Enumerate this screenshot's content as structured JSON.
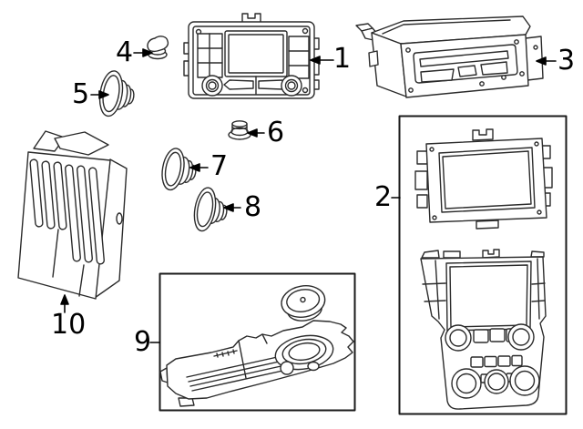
{
  "diagram": {
    "kind": "audio-components-parts-diagram",
    "background_color": "#ffffff",
    "line_color": "#2b2b2b",
    "box_border_color": "#1a1a1a",
    "label_color": "#000000",
    "callouts": [
      {
        "label": "1",
        "part": "radio-head-unit"
      },
      {
        "label": "2",
        "part": "display-unit-group"
      },
      {
        "label": "3",
        "part": "media-drive-unit"
      },
      {
        "label": "4",
        "part": "clip-tweeter"
      },
      {
        "label": "5",
        "part": "speaker-front"
      },
      {
        "label": "6",
        "part": "grommet"
      },
      {
        "label": "7",
        "part": "speaker-mid"
      },
      {
        "label": "8",
        "part": "speaker-rear"
      },
      {
        "label": "9",
        "part": "subwoofer-bracket-group"
      },
      {
        "label": "10",
        "part": "amplifier"
      }
    ]
  }
}
